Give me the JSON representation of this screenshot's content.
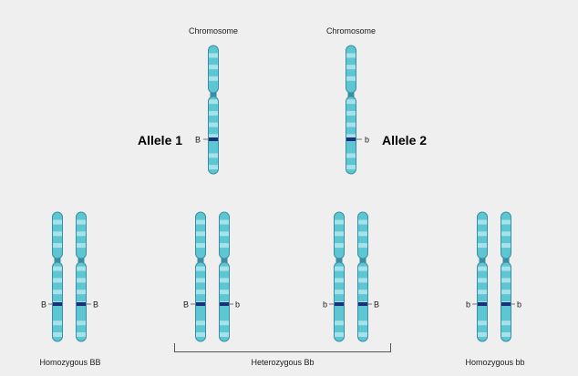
{
  "top": {
    "left_chromosome_label": "Chromosome",
    "right_chromosome_label": "Chromosome",
    "left_allele_title": "Allele 1",
    "right_allele_title": "Allele 2",
    "left_allele_letter": "B",
    "right_allele_letter": "b"
  },
  "pairs": [
    {
      "left_letter": "B",
      "right_letter": "B"
    },
    {
      "left_letter": "B",
      "right_letter": "b"
    },
    {
      "left_letter": "b",
      "right_letter": "B"
    },
    {
      "left_letter": "b",
      "right_letter": "b"
    }
  ],
  "captions": {
    "homozygous_BB": "Homozygous BB",
    "heterozygous": "Heterozygous Bb",
    "homozygous_bb": "Homozygous bb"
  },
  "colors": {
    "background": "#efefef",
    "chromosome_fill": "#5cc6d2",
    "band_light": "#a6e2e9",
    "outline": "#3a8ea3",
    "allele_band": "#1b2f7a",
    "pointer_line": "#777777",
    "bracket_line": "#555555"
  }
}
